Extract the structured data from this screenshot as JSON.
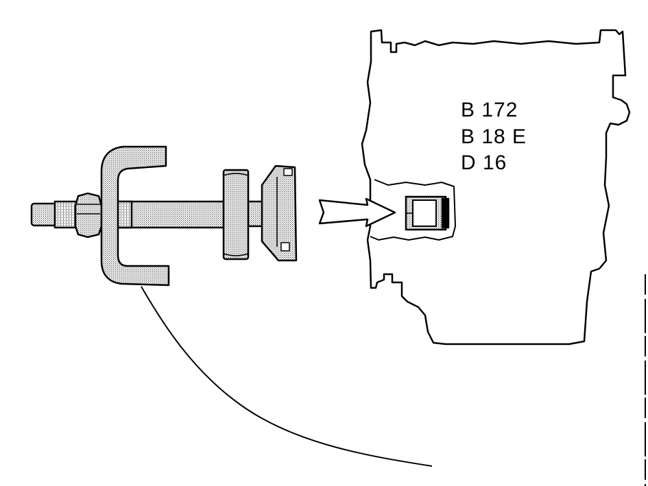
{
  "engine_codes": [
    "B 172",
    "B 18 E",
    "D 16"
  ],
  "colors": {
    "ink": "#000000",
    "paper": "#ffffff",
    "stipple": "#bdbdbd"
  },
  "parts": [
    "puller-yoke",
    "threaded-spindle",
    "hex-nut",
    "spacer-sleeve",
    "bearing-cup",
    "insertion-arrow",
    "engine-block",
    "bearing-seat",
    "pointer-line"
  ]
}
